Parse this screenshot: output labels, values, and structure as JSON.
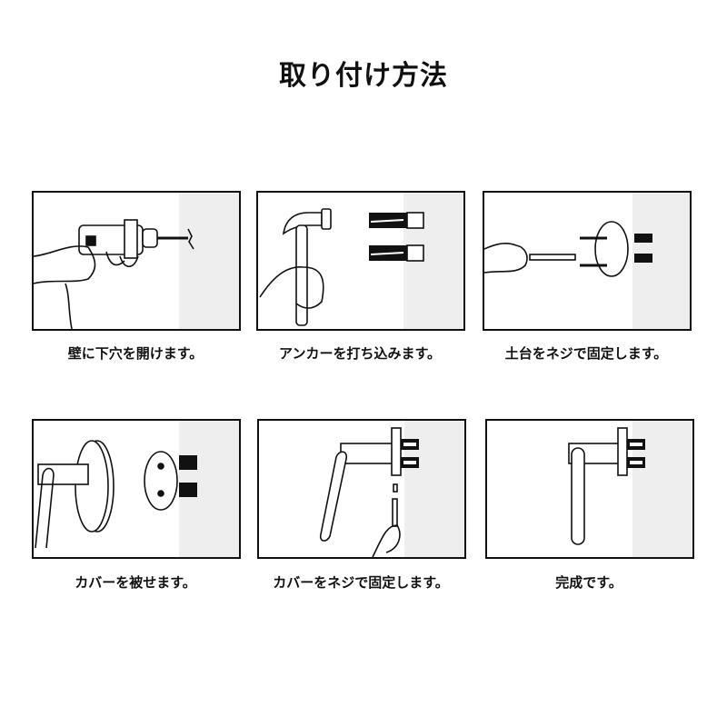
{
  "title": "取り付け方法",
  "steps": [
    {
      "caption": "壁に下穴を開けます。",
      "illustration": "drill-icon"
    },
    {
      "caption": "アンカーを打ち込みます。",
      "illustration": "hammer-icon"
    },
    {
      "caption": "土台をネジで固定します。",
      "illustration": "screwdriver-icon"
    },
    {
      "caption": "カバーを被せます。",
      "illustration": "cover-icon"
    },
    {
      "caption": "カバーをネジで固定します。",
      "illustration": "set-screw-icon"
    },
    {
      "caption": "完成です。",
      "illustration": "finished-handle-icon"
    }
  ],
  "colors": {
    "wall": "#eeeeee",
    "line": "#111111"
  }
}
